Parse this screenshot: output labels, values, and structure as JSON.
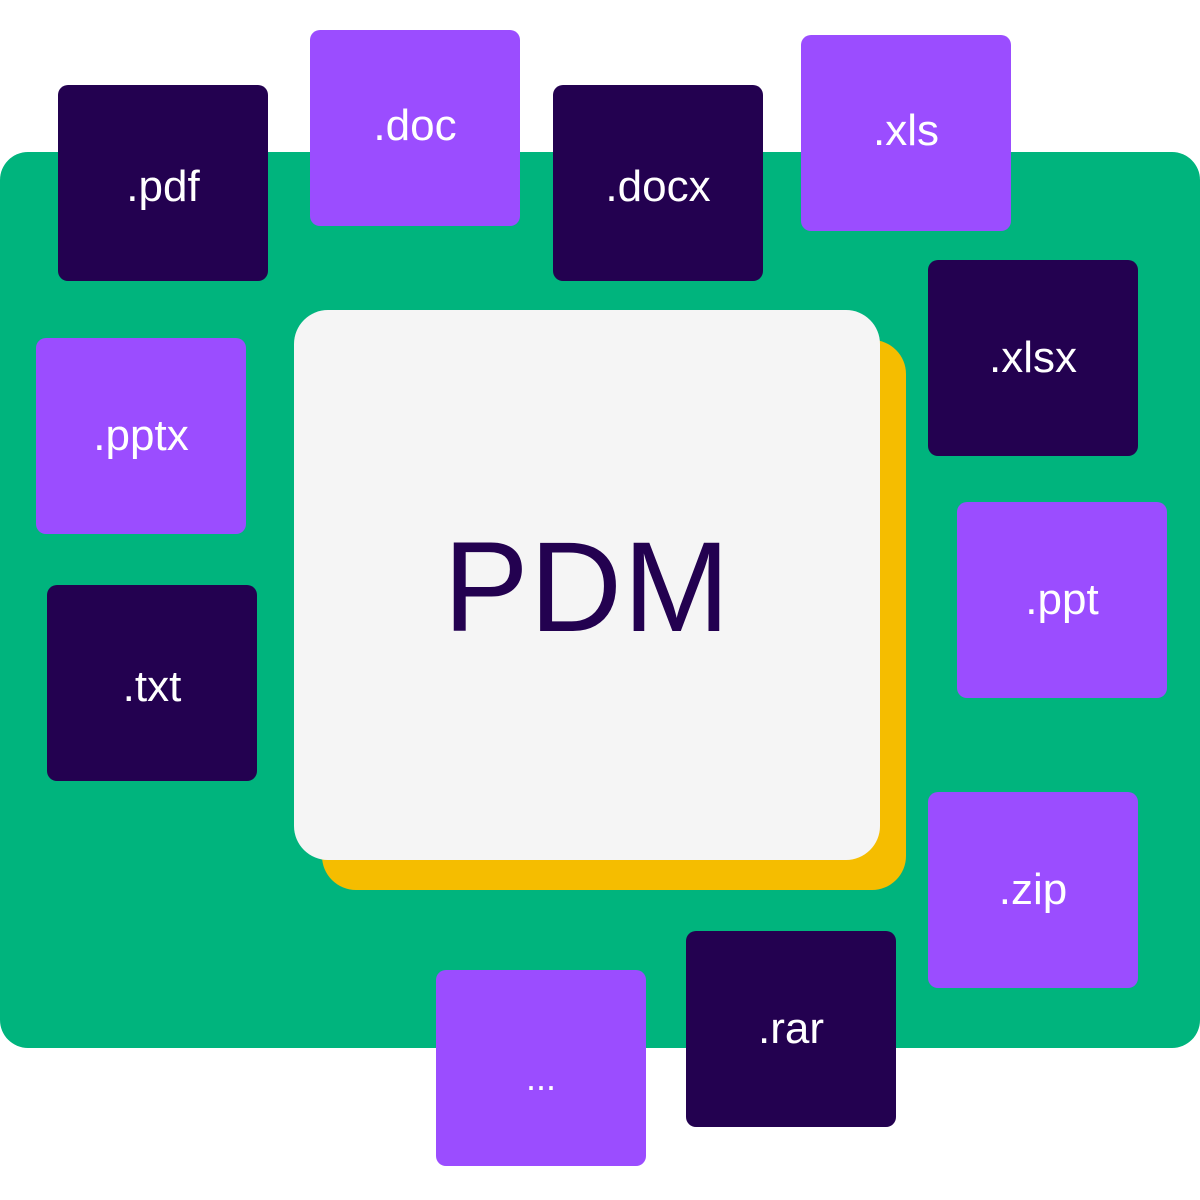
{
  "colors": {
    "background": "#ffffff",
    "panel": "#00b47d",
    "center_card": "#f5f5f5",
    "center_shadow": "#f5bd00",
    "center_text": "#230150",
    "tile_dark": "#230150",
    "tile_violet": "#9b4dff",
    "tile_text": "#ffffff"
  },
  "center": {
    "label": "PDM"
  },
  "tiles": {
    "pdf": {
      "label": ".pdf",
      "style": "dark"
    },
    "doc": {
      "label": ".doc",
      "style": "violet"
    },
    "docx": {
      "label": ".docx",
      "style": "dark"
    },
    "xls": {
      "label": ".xls",
      "style": "violet"
    },
    "xlsx": {
      "label": ".xlsx",
      "style": "dark"
    },
    "pptx": {
      "label": ".pptx",
      "style": "violet"
    },
    "txt": {
      "label": ".txt",
      "style": "dark"
    },
    "ppt": {
      "label": ".ppt",
      "style": "violet"
    },
    "zip": {
      "label": ".zip",
      "style": "violet"
    },
    "rar": {
      "label": ".rar",
      "style": "dark"
    },
    "more": {
      "label": "...",
      "style": "violet"
    }
  }
}
